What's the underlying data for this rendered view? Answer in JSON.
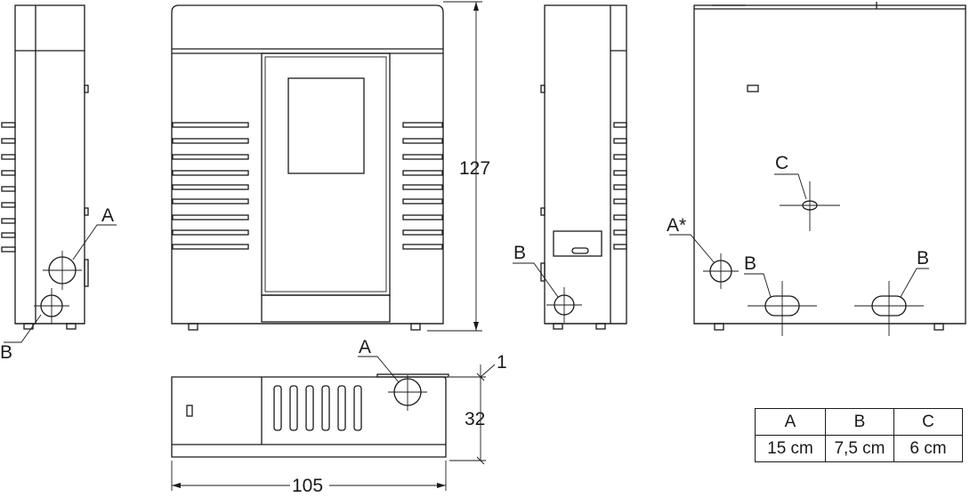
{
  "dimensions": {
    "height": "127",
    "width": "105",
    "depth": "32",
    "offset": "1"
  },
  "callouts": {
    "a": "A",
    "b": "B",
    "c": "C",
    "a_star": "A*"
  },
  "legend": {
    "headers": [
      "A",
      "B",
      "C"
    ],
    "values": [
      "15 cm",
      "7,5 cm",
      "6 cm"
    ]
  }
}
